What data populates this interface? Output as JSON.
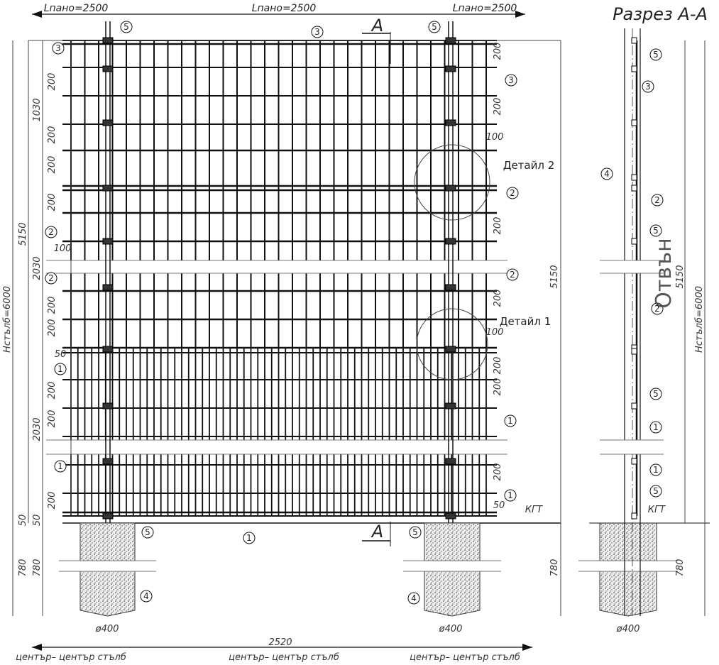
{
  "title": "Разрез  А-А",
  "panel_length_labels": [
    "Lпано=2500",
    "Lпано=2500",
    "Lпано=2500"
  ],
  "section_mark": "A",
  "details": {
    "detail_2": "Детайл 2",
    "detail_1": "Детайл 1"
  },
  "outside_label": "Отвън",
  "ground_mark": "КГТ",
  "dims": {
    "h200": "200",
    "h1030": "1030",
    "h2030": "2030",
    "h5150": "5150",
    "post_height": "Hстълб=6000",
    "h780": "780",
    "h50": "50",
    "h100": "100",
    "diameter": "ø400",
    "span": "2520"
  },
  "center_label": "център– център  стълб",
  "callout_numbers": [
    "1",
    "2",
    "3",
    "4",
    "5"
  ],
  "colors": {
    "line": "#111111",
    "concrete": "#d8d8d8",
    "dim": "#444444"
  }
}
